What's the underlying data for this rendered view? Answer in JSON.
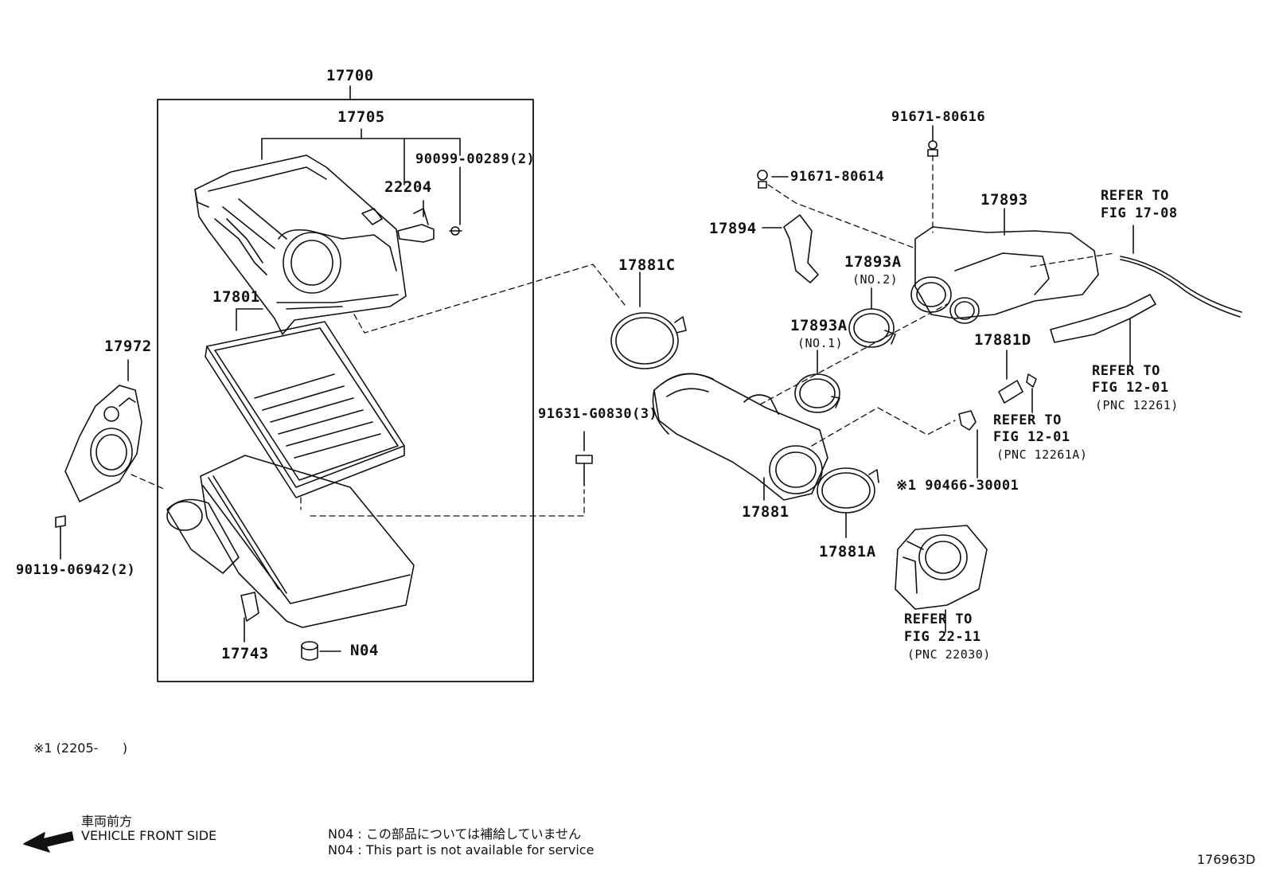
{
  "labels": {
    "p17700": "17700",
    "p17705": "17705",
    "p22204": "22204",
    "p90099": "90099-00289(2)",
    "p17801": "17801",
    "p17972": "17972",
    "p90119": "90119-06942(2)",
    "p17743": "17743",
    "n04": "N04",
    "p91631": "91631-G0830(3)",
    "p17881C": "17881C",
    "p17881": "17881",
    "p17881A": "17881A",
    "p91671a": "91671-80614",
    "p91671b": "91671-80616",
    "p17894": "17894",
    "p17893": "17893",
    "p17893A_2": "17893A",
    "no2": "(NO.2)",
    "p17893A_1": "17893A",
    "no1": "(NO.1)",
    "p17881D": "17881D",
    "ref1708_a": "REFER TO",
    "ref1708_b": "FIG 17-08",
    "ref1201_a": "REFER TO",
    "ref1201_b": "FIG 12-01",
    "ref1201_c": "(PNC 12261)",
    "ref1201A_a": "REFER TO",
    "ref1201A_b": "FIG 12-01",
    "ref1201A_c": "(PNC 12261A)",
    "p90466": "※1 90466-30001",
    "ref2211_a": "REFER TO",
    "ref2211_b": "FIG 22-11",
    "ref2211_c": "(PNC 22030)"
  },
  "footnotes": {
    "note1": "※1 (2205-      )",
    "front_jp": "車両前方",
    "front_en": "VEHICLE FRONT SIDE",
    "n04_jp": "N04 : この部品については補給していません",
    "n04_en": "N04 : This part is not available for service",
    "figure_id": "176963D"
  },
  "icons": [
    "arrow-left-icon"
  ]
}
